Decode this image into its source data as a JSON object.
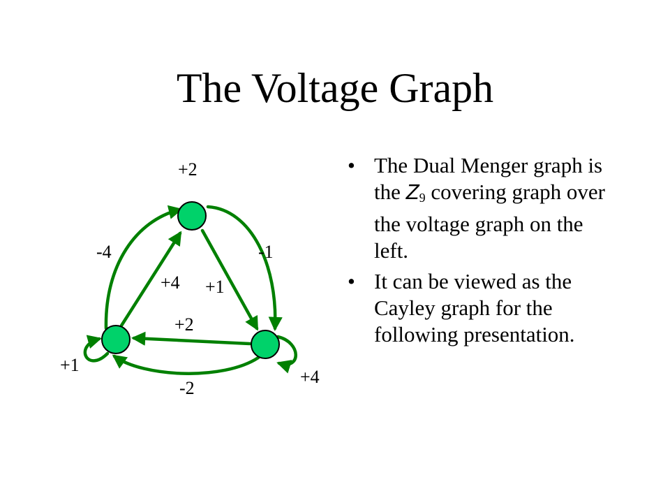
{
  "title": "The Voltage Graph",
  "bullets": {
    "b1_pre": "The Dual Menger graph is the ",
    "b1_symbol": "Z",
    "b1_subscript": "9",
    "b1_post": " covering graph over the voltage graph on the left.",
    "b2": "It can be viewed as the Cayley graph for the following presentation."
  },
  "graph": {
    "node_color": "#00d26a",
    "edge_color": "#008000",
    "labels": {
      "top_loop": "+2",
      "left_loop": "+1",
      "right_loop": "+4",
      "outer_left": "-4",
      "outer_right": "-1",
      "outer_bottom": "-2",
      "inner_left": "+4",
      "inner_right": "+1",
      "inner_bottom": "+2"
    }
  }
}
